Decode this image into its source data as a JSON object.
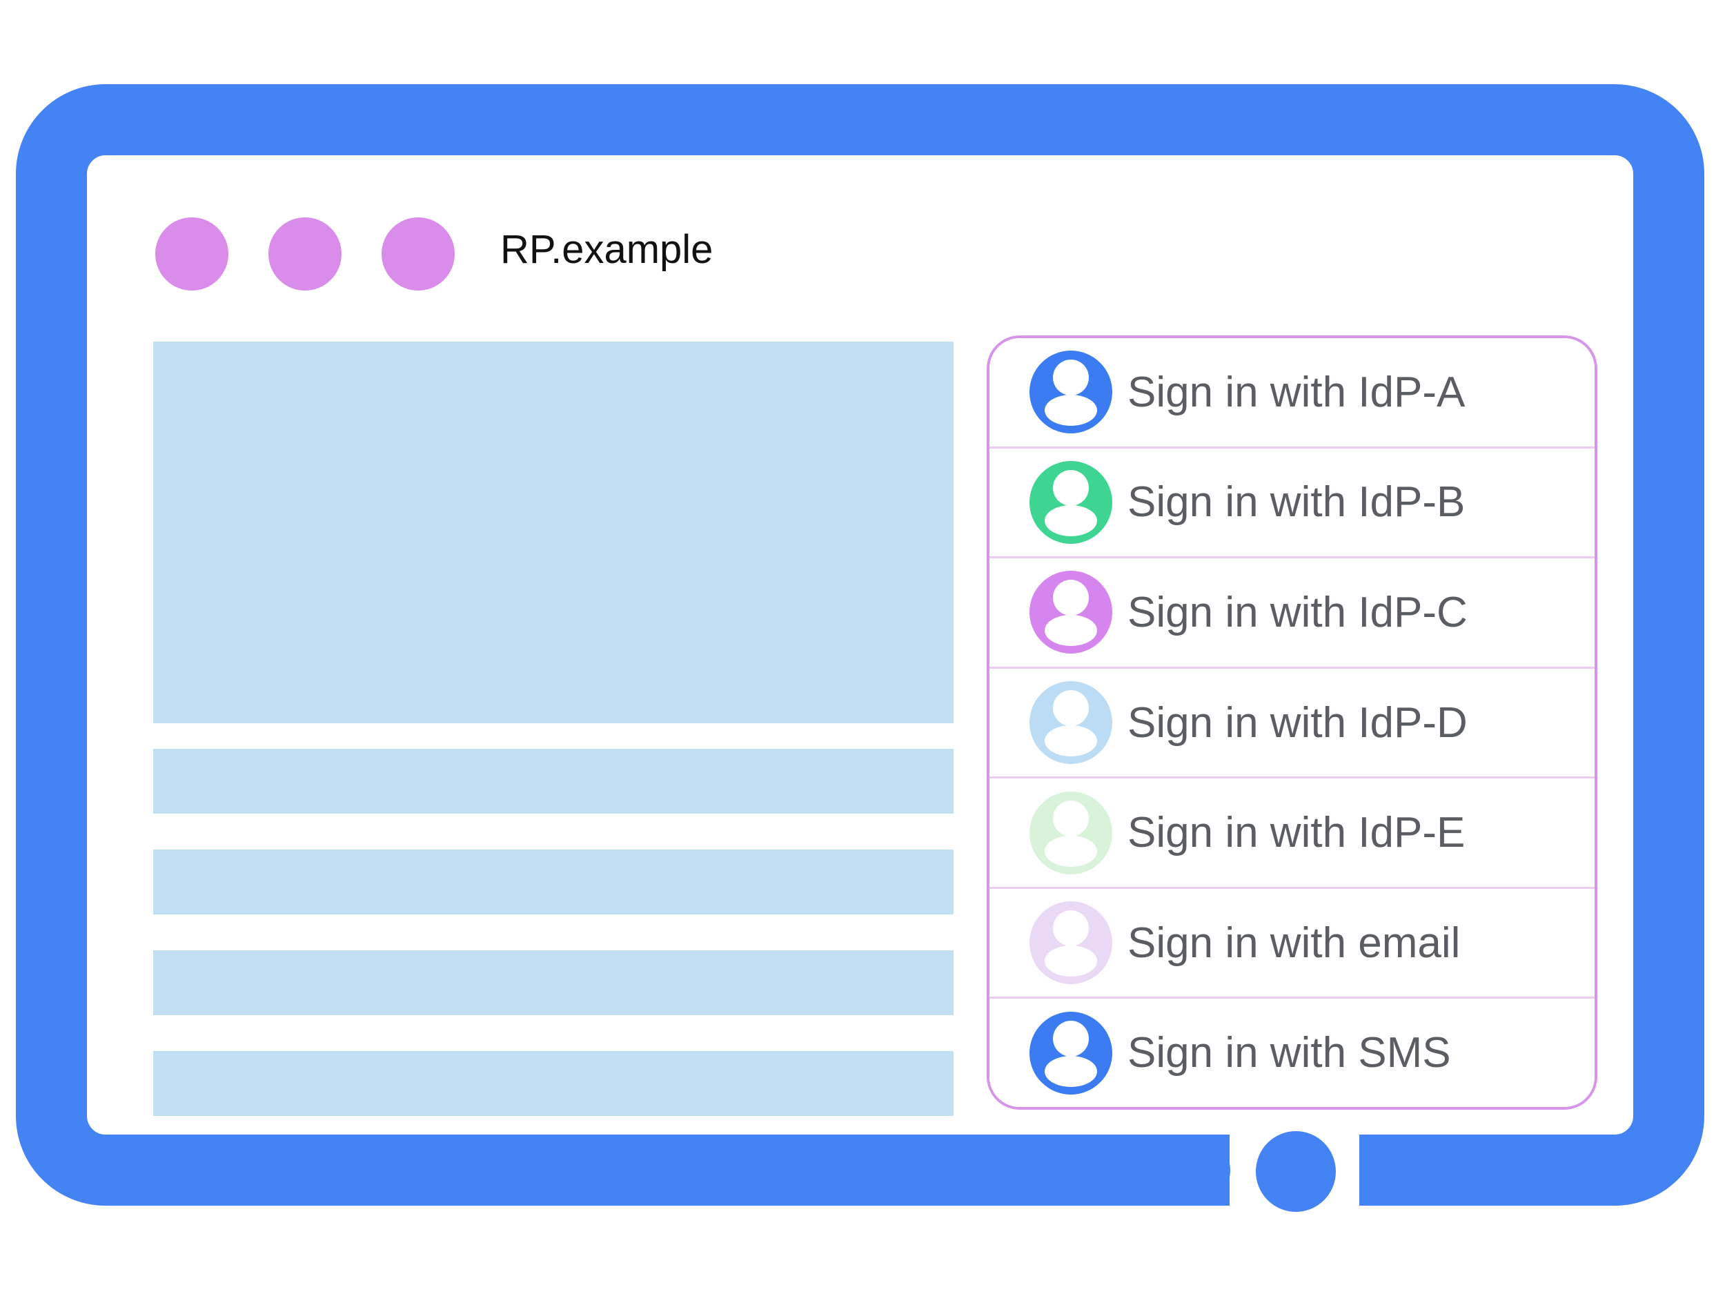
{
  "colors": {
    "canvas_bg": "#ffffff",
    "screen_bg": "#ffffff",
    "frame": "#4483f4",
    "home_button": "#4483f4",
    "window_dot": "#d98ce9",
    "placeholder": "#c2e0f4",
    "panel_border": "#d795ea",
    "panel_divider": "#edcbf2",
    "label_text": "#5a5d61",
    "title_text": "#121212"
  },
  "header": {
    "title": "RP.example"
  },
  "sign_in": {
    "options": [
      {
        "label": "Sign in with IdP-A",
        "avatar_color": "#3b7cf2"
      },
      {
        "label": "Sign in with IdP-B",
        "avatar_color": "#3ed593"
      },
      {
        "label": "Sign in with IdP-C",
        "avatar_color": "#d685ee"
      },
      {
        "label": "Sign in with IdP-D",
        "avatar_color": "#bcdcf5"
      },
      {
        "label": "Sign in with IdP-E",
        "avatar_color": "#d9f3da"
      },
      {
        "label": "Sign in with email",
        "avatar_color": "#ead9f6"
      },
      {
        "label": "Sign in with SMS",
        "avatar_color": "#3b7cf2"
      }
    ]
  }
}
